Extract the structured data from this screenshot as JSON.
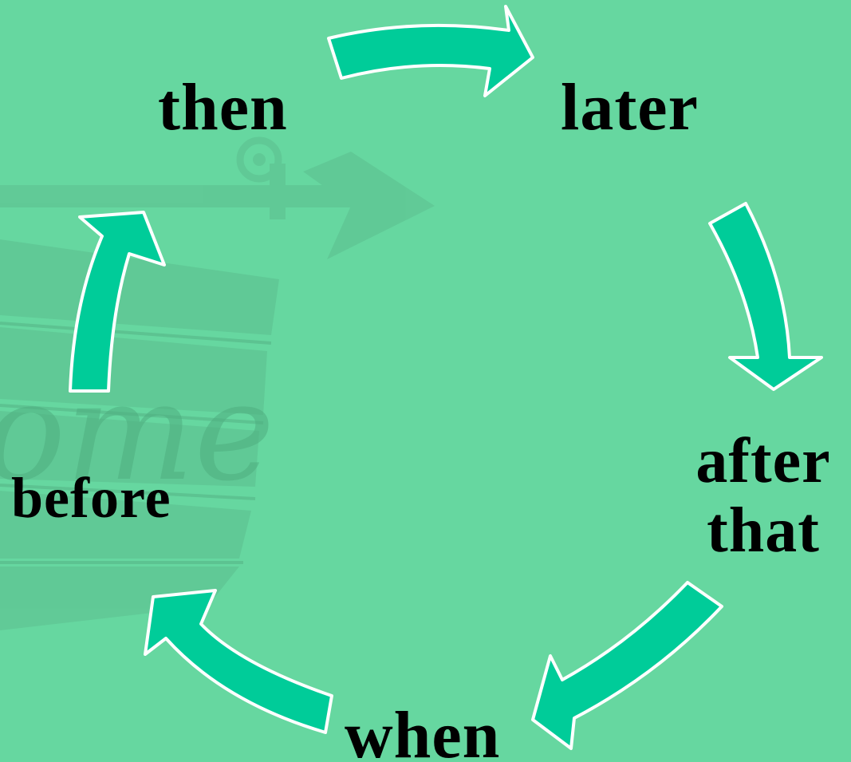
{
  "colors": {
    "background": "#66d7a0",
    "arrow_fill": "#00cc99",
    "arrow_outline": "#ffffff",
    "text": "#000000",
    "watermark": "#5cbf8f"
  },
  "cycle": {
    "words": {
      "then": "then",
      "later": "later",
      "after_line1": "after",
      "after_line2": "that",
      "when": "when",
      "before": "before"
    },
    "arrows": [
      {
        "from": "then",
        "to": "later",
        "icon": "curved-arrow-right-icon"
      },
      {
        "from": "later",
        "to": "after that",
        "icon": "curved-arrow-down-icon"
      },
      {
        "from": "after that",
        "to": "when",
        "icon": "curved-arrow-down-left-icon"
      },
      {
        "from": "when",
        "to": "before",
        "icon": "curved-arrow-up-left-icon"
      },
      {
        "from": "before",
        "to": "then",
        "icon": "curved-arrow-up-icon"
      }
    ]
  },
  "background_art": {
    "icon": "weathervane-sign-watermark",
    "lettering": "ome"
  }
}
